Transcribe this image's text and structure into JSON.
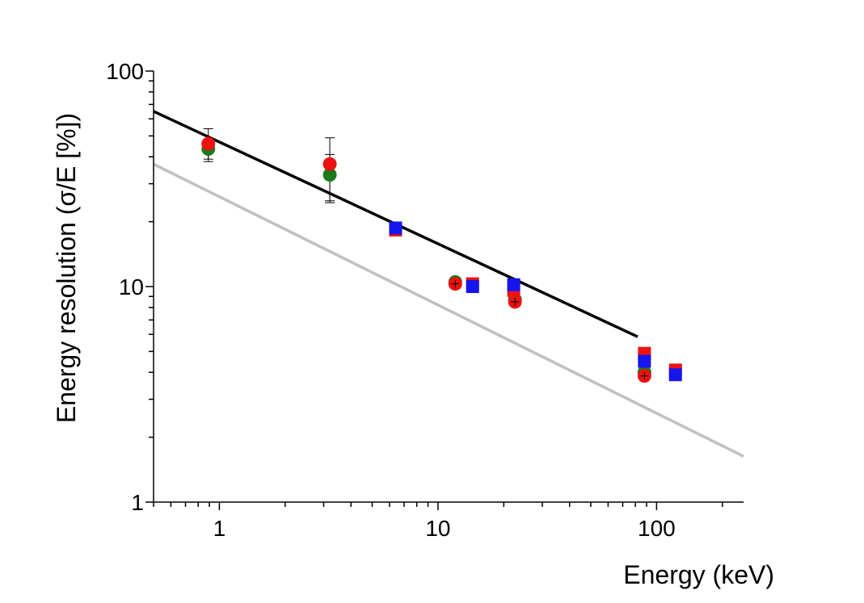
{
  "chart_data": {
    "type": "scatter",
    "title": "",
    "xlabel": "Energy (keV)",
    "ylabel": "Energy resolution (σ/E [%])",
    "x_scale": "log",
    "y_scale": "log",
    "xlim": [
      0.5,
      250
    ],
    "ylim": [
      1,
      100
    ],
    "x_ticks": [
      {
        "value": 1,
        "label": "1"
      },
      {
        "value": 10,
        "label": "10"
      },
      {
        "value": 100,
        "label": "100"
      }
    ],
    "y_ticks": [
      {
        "value": 1,
        "label": "1"
      },
      {
        "value": 10,
        "label": "10"
      },
      {
        "value": 100,
        "label": "100"
      }
    ],
    "grid": false,
    "legend": "none",
    "series": [
      {
        "marker": "circle",
        "color": "#1a7a1a",
        "points": [
          {
            "x": 0.89,
            "y": 43.5,
            "err_lo": 39,
            "err_hi": 48
          },
          {
            "x": 3.2,
            "y": 33,
            "err_lo": 24.5,
            "err_hi": 41
          },
          {
            "x": 12,
            "y": 10.5
          },
          {
            "x": 22.5,
            "y": 8.7
          },
          {
            "x": 88,
            "y": 4.0
          }
        ]
      },
      {
        "marker": "circle",
        "color": "#ee1111",
        "points": [
          {
            "x": 0.89,
            "y": 46,
            "err_lo": 38,
            "err_hi": 54
          },
          {
            "x": 3.2,
            "y": 37,
            "err_lo": 25,
            "err_hi": 49
          },
          {
            "x": 12,
            "y": 10.3
          },
          {
            "x": 22.5,
            "y": 8.5
          },
          {
            "x": 88,
            "y": 3.85
          }
        ]
      },
      {
        "marker": "square",
        "color": "#ee1111",
        "points": [
          {
            "x": 6.4,
            "y": 18.3
          },
          {
            "x": 14.4,
            "y": 10.3
          },
          {
            "x": 22.2,
            "y": 9.6
          },
          {
            "x": 88,
            "y": 4.9
          },
          {
            "x": 122,
            "y": 4.1
          }
        ]
      },
      {
        "marker": "square",
        "color": "#1515ee",
        "points": [
          {
            "x": 6.4,
            "y": 18.7
          },
          {
            "x": 14.4,
            "y": 10.0
          },
          {
            "x": 22.2,
            "y": 10.2
          },
          {
            "x": 88,
            "y": 4.5
          },
          {
            "x": 122,
            "y": 3.9
          }
        ]
      }
    ],
    "lines": [
      {
        "color": "#000000",
        "x": [
          0.5,
          82
        ],
        "y": [
          65,
          5.85
        ]
      },
      {
        "color": "#c0c0c0",
        "x": [
          0.5,
          250
        ],
        "y": [
          37,
          1.63
        ]
      }
    ]
  }
}
